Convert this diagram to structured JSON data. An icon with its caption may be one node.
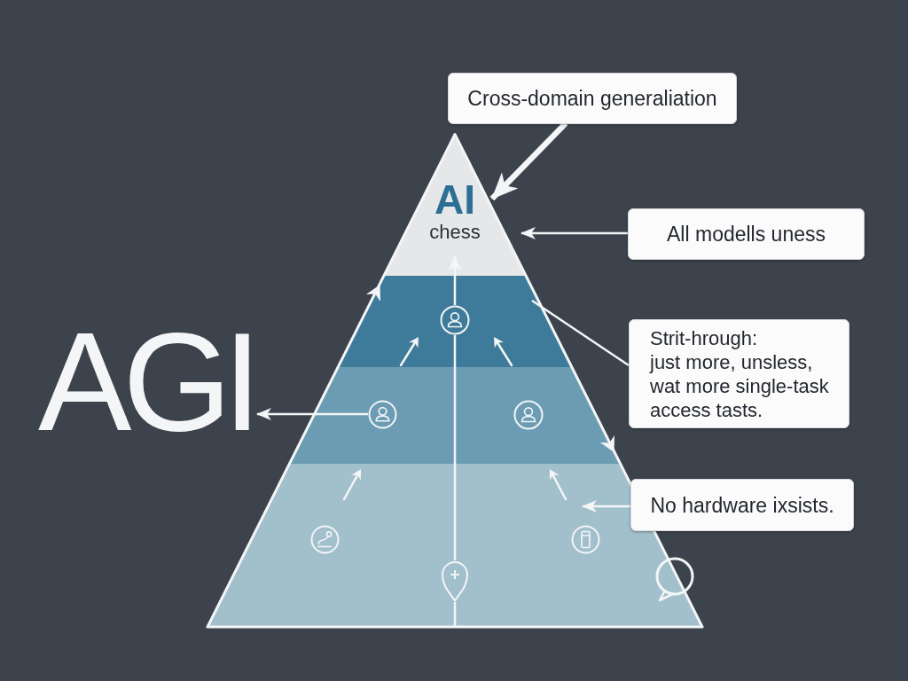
{
  "diagram": {
    "nodes": [
      {
        "text": [
          "Cross-domain generaliation"
        ]
      },
      {
        "text": [
          "AI",
          "chess"
        ]
      },
      {
        "text": [
          "All modells uness"
        ]
      },
      {
        "text": [],
        "shape": "band"
      },
      {
        "text": [],
        "shape": "person",
        "in": 3
      },
      {
        "text": [
          "Strit-hrough:",
          "just more, unsless, wat more single-task access tasts."
        ]
      },
      {
        "text": [
          "AGI"
        ]
      },
      {
        "text": [],
        "shape": "band"
      },
      {
        "text": [],
        "shape": "person",
        "in": 7
      },
      {
        "text": [],
        "shape": "band"
      },
      {
        "text": [
          "No hardware ixsists."
        ]
      },
      {
        "text": [],
        "shape": "pin",
        "in": 9
      }
    ],
    "edges": [
      {
        "from": 0,
        "to": 1,
        "arrow": "to",
        "style": "thick"
      },
      {
        "from": 2,
        "to": 1,
        "arrow": "to"
      },
      {
        "from": 5,
        "to": 3,
        "arrow": "none"
      },
      {
        "from": 8,
        "to": 6,
        "arrow": "to"
      },
      {
        "from": 10,
        "to": 9,
        "arrow": "to"
      },
      {
        "from": 11,
        "to": 4,
        "arrow": "none"
      },
      {
        "from": 4,
        "to": 1,
        "arrow": "to"
      }
    ]
  }
}
